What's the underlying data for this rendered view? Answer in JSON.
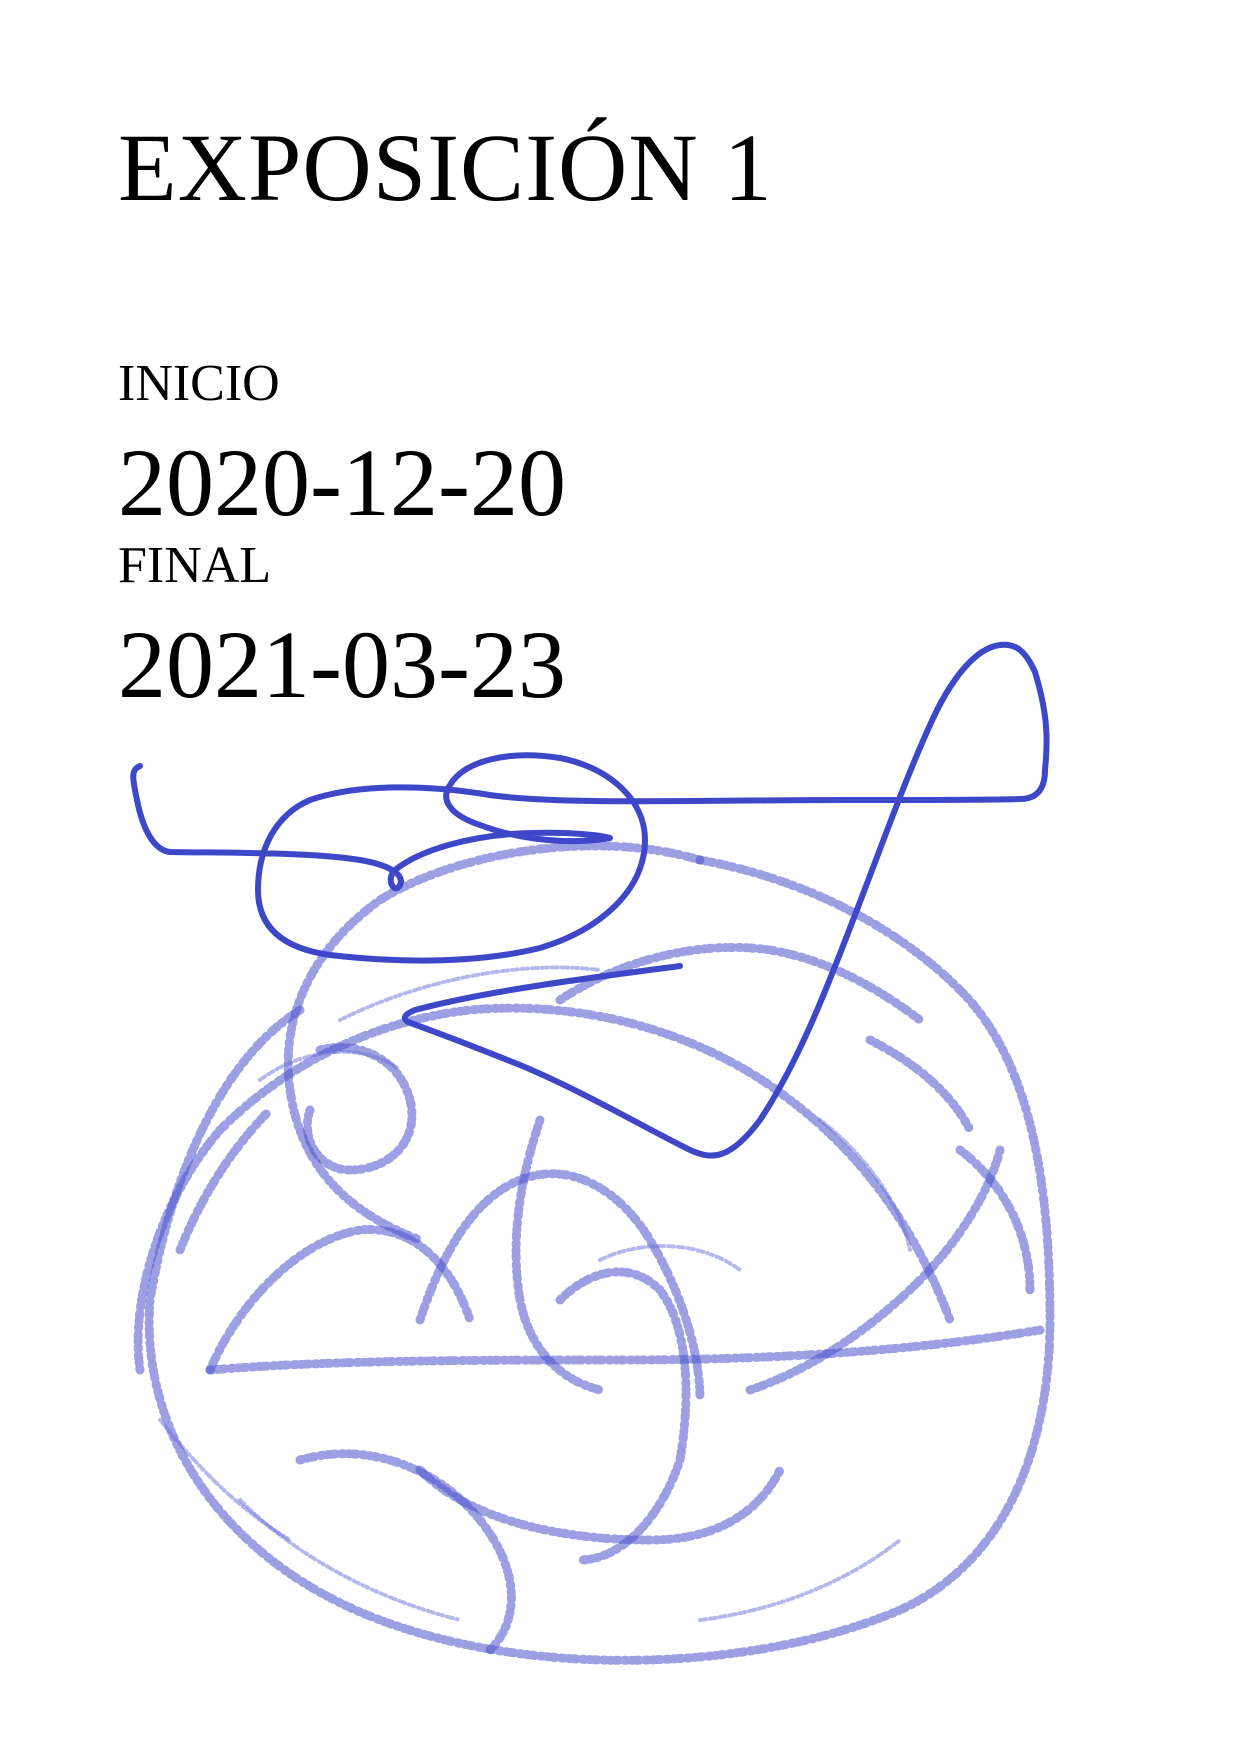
{
  "document": {
    "title": "EXPOSICIÓN 1",
    "start_label": "INICIO",
    "start_date": "2020-12-20",
    "end_label": "FINAL",
    "end_date": "2021-03-23"
  },
  "colors": {
    "text": "#000000",
    "ink": "#3f47c9",
    "crayon": "#4a52cc",
    "background": "#ffffff"
  }
}
